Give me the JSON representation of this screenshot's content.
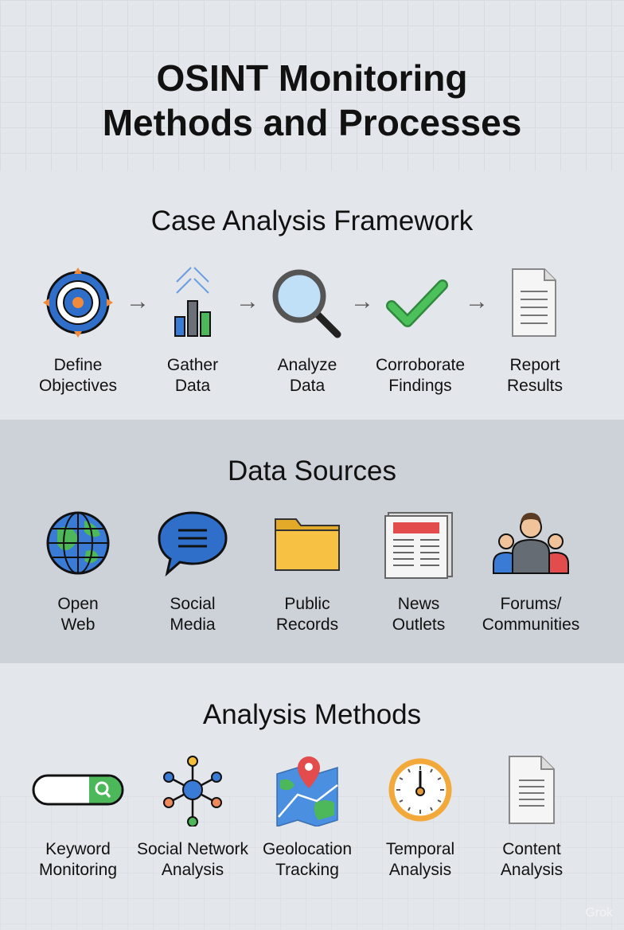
{
  "title": {
    "line1": "OSINT Monitoring",
    "line2": "Methods and Processes"
  },
  "sections": [
    {
      "heading": "Case Analysis Framework",
      "items": [
        {
          "icon": "target-icon",
          "l1": "Define",
          "l2": "Objectives"
        },
        {
          "icon": "bar-chart-icon",
          "l1": "Gather",
          "l2": "Data"
        },
        {
          "icon": "magnifier-icon",
          "l1": "Analyze",
          "l2": "Data"
        },
        {
          "icon": "checkmark-icon",
          "l1": "Corroborate",
          "l2": "Findings"
        },
        {
          "icon": "document-icon",
          "l1": "Report",
          "l2": "Results"
        }
      ]
    },
    {
      "heading": "Data Sources",
      "items": [
        {
          "icon": "globe-icon",
          "l1": "Open",
          "l2": "Web"
        },
        {
          "icon": "chat-bubble-icon",
          "l1": "Social",
          "l2": "Media"
        },
        {
          "icon": "folder-icon",
          "l1": "Public",
          "l2": "Records"
        },
        {
          "icon": "newspaper-icon",
          "l1": "News",
          "l2": "Outlets"
        },
        {
          "icon": "people-icon",
          "l1": "Forums/",
          "l2": "Communities"
        }
      ]
    },
    {
      "heading": "Analysis Methods",
      "items": [
        {
          "icon": "search-bar-icon",
          "l1": "Keyword",
          "l2": "Monitoring"
        },
        {
          "icon": "network-icon",
          "l1": "Social Network",
          "l2": "Analysis"
        },
        {
          "icon": "map-pin-icon",
          "l1": "Geolocation",
          "l2": "Tracking"
        },
        {
          "icon": "clock-icon",
          "l1": "Temporal",
          "l2": "Analysis"
        },
        {
          "icon": "document-icon",
          "l1": "Content",
          "l2": "Analysis"
        }
      ]
    }
  ],
  "watermark": "Grok",
  "colors": {
    "blue": "#3a7bd5",
    "green": "#4cb85a",
    "orange": "#f08a3c",
    "gray": "#666c73",
    "yellow": "#f5be3a",
    "red": "#e24c4c"
  }
}
